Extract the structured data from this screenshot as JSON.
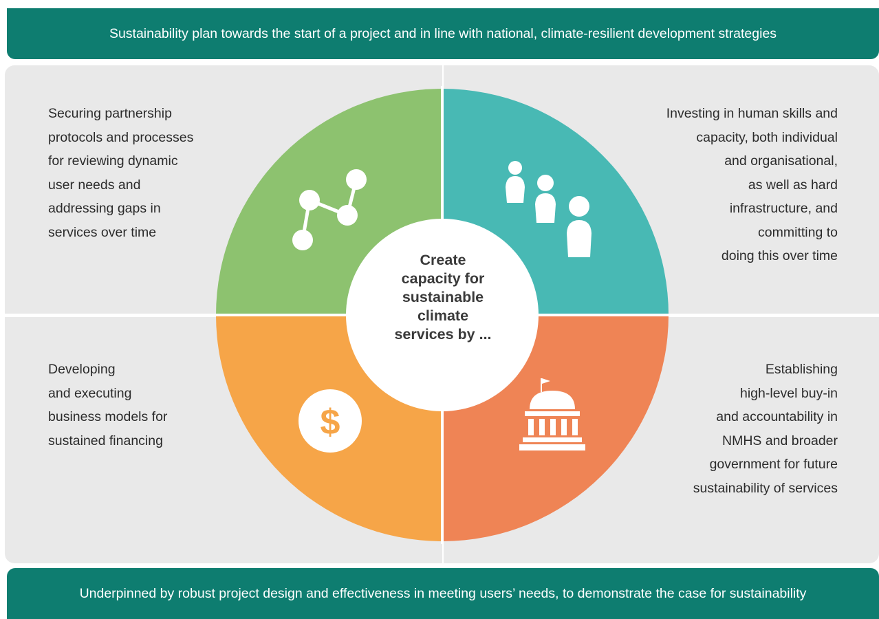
{
  "header": {
    "title": "Sustainability plan towards the start of a project and in line with national, climate-resilient development strategies"
  },
  "footer": {
    "text": "Underpinned by robust project design and effectiveness in meeting users’ needs, to demonstrate the case for sustainability"
  },
  "center": {
    "text": "Create\ncapacity for\nsustainable\nclimate\nservices by ..."
  },
  "quadrants": {
    "top_left": {
      "text": "Securing partnership\nprotocols and processes\nfor reviewing dynamic\nuser needs and\naddressing gaps in\nservices over time",
      "color": "#8dc26f",
      "icon": "network-nodes-icon"
    },
    "top_right": {
      "text": "Investing in human skills and\ncapacity, both individual\nand organisational,\nas well as hard\ninfrastructure, and\ncommitting to\ndoing this over time",
      "color": "#48b9b4",
      "icon": "people-icon"
    },
    "bottom_left": {
      "text": "Developing\nand executing\nbusiness models for\nsustained financing",
      "color": "#f6a548",
      "icon": "dollar-coin-icon",
      "icon_glyph": "$"
    },
    "bottom_right": {
      "text": "Establishing\nhigh-level buy-in\nand accountability in\nNMHS and broader\ngovernment for future\nsustainability of services",
      "color": "#ef8455",
      "icon": "government-building-icon"
    }
  },
  "colors": {
    "banner": "#0e7d70",
    "panel_background": "#e9e9e9",
    "center_circle": "#ffffff"
  }
}
